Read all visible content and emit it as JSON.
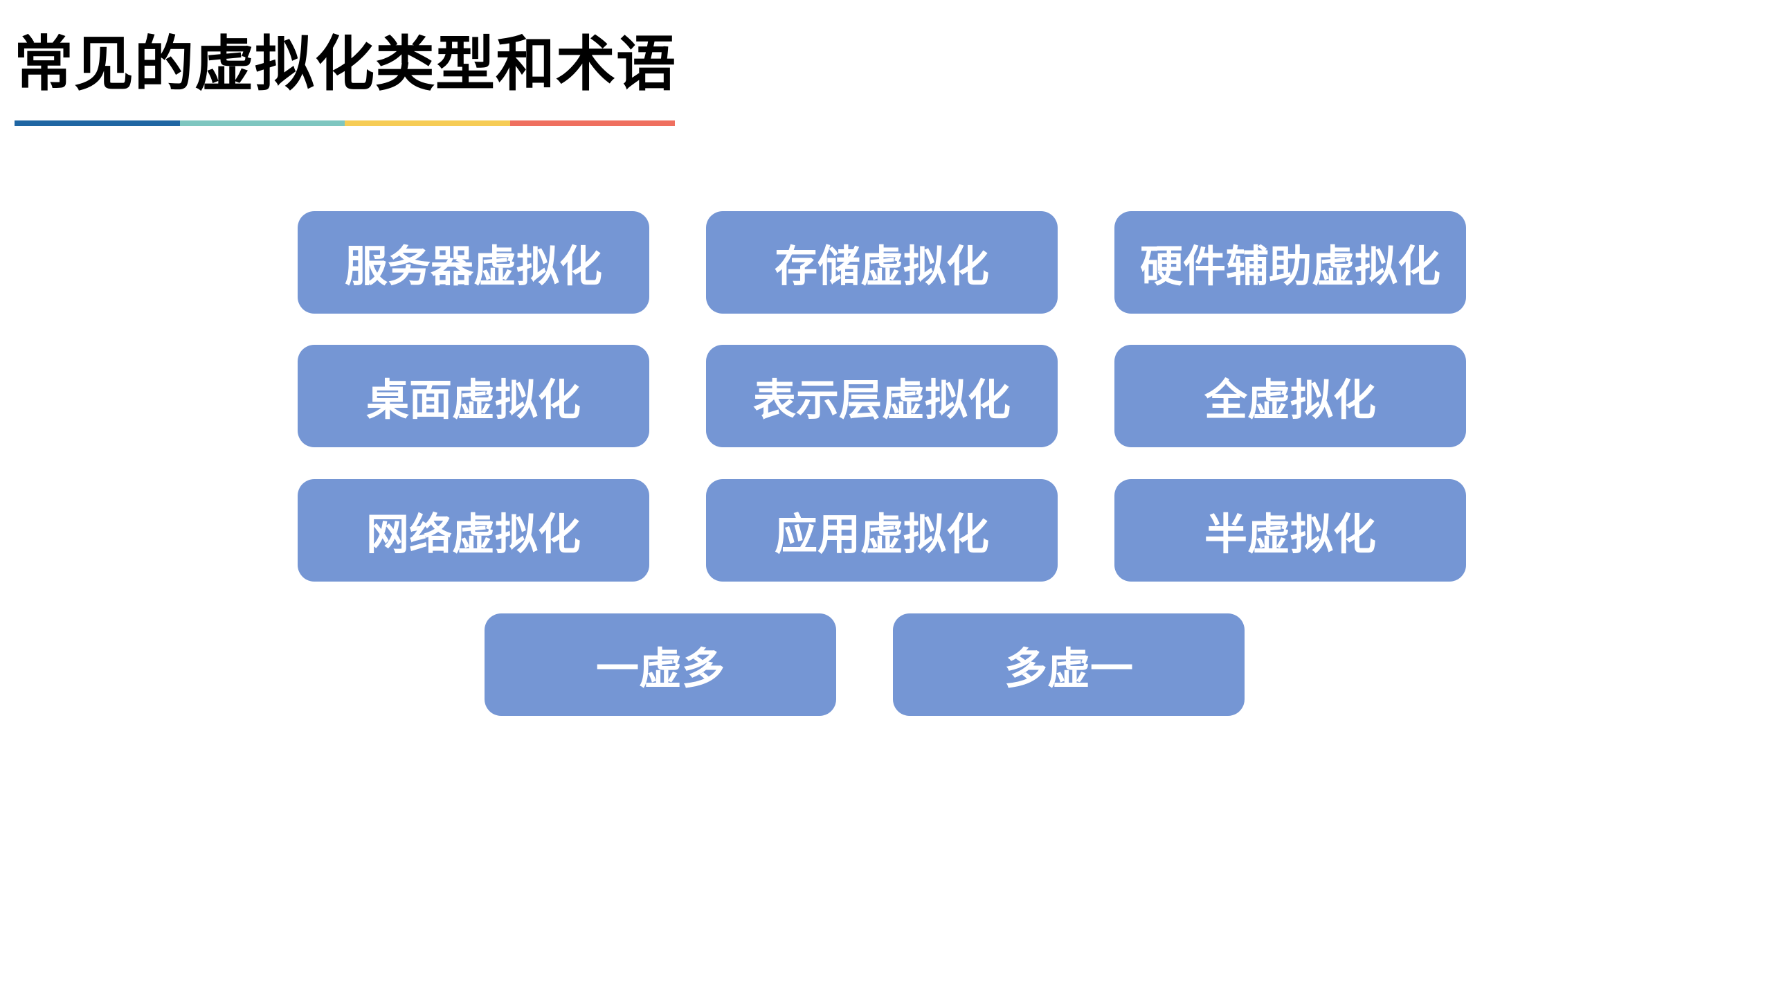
{
  "slide": {
    "title": "常见的虚拟化类型和术语",
    "underline_colors": [
      "#1f66a3",
      "#7ec6c0",
      "#f6cc55",
      "#ef6f5f"
    ],
    "box_color": "#7596d4",
    "box_text_color": "#ffffff",
    "rows": [
      [
        "服务器虚拟化",
        "存储虚拟化",
        "硬件辅助虚拟化"
      ],
      [
        "桌面虚拟化",
        "表示层虚拟化",
        "全虚拟化"
      ],
      [
        "网络虚拟化",
        "应用虚拟化",
        "半虚拟化"
      ],
      [
        "一虚多",
        "多虚一"
      ]
    ]
  }
}
